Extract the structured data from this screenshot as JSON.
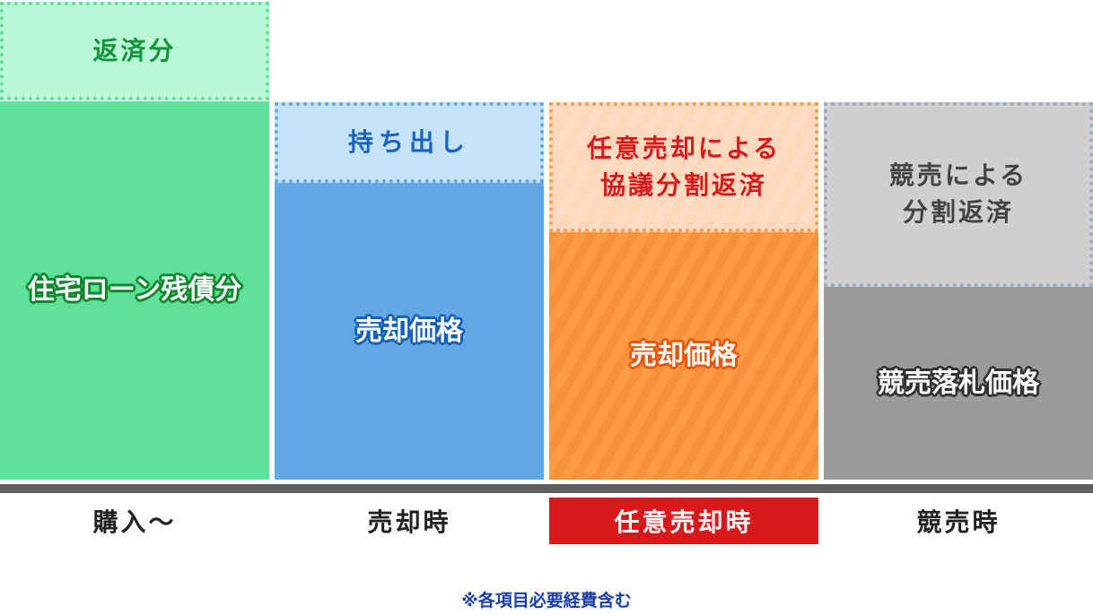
{
  "columns": [
    {
      "top": "返済分",
      "bottom": "住宅ローン残債分",
      "label": "購入〜"
    },
    {
      "top": "持ち出し",
      "bottom": "売却価格",
      "label": "売却時"
    },
    {
      "top_line1": "任意売却による",
      "top_line2": "協議分割返済",
      "bottom": "売却価格",
      "label": "任意売却時"
    },
    {
      "top_line1": "競売による",
      "top_line2": "分割返済",
      "bottom": "競売落札価格",
      "label": "競売時"
    }
  ],
  "note": "※各項目必要経費含む",
  "colors": {
    "green": "#5ee09a",
    "blue": "#62a8e5",
    "orange": "#ff9a45",
    "gray": "#9b9b9b",
    "highlight": "#d7191c"
  }
}
